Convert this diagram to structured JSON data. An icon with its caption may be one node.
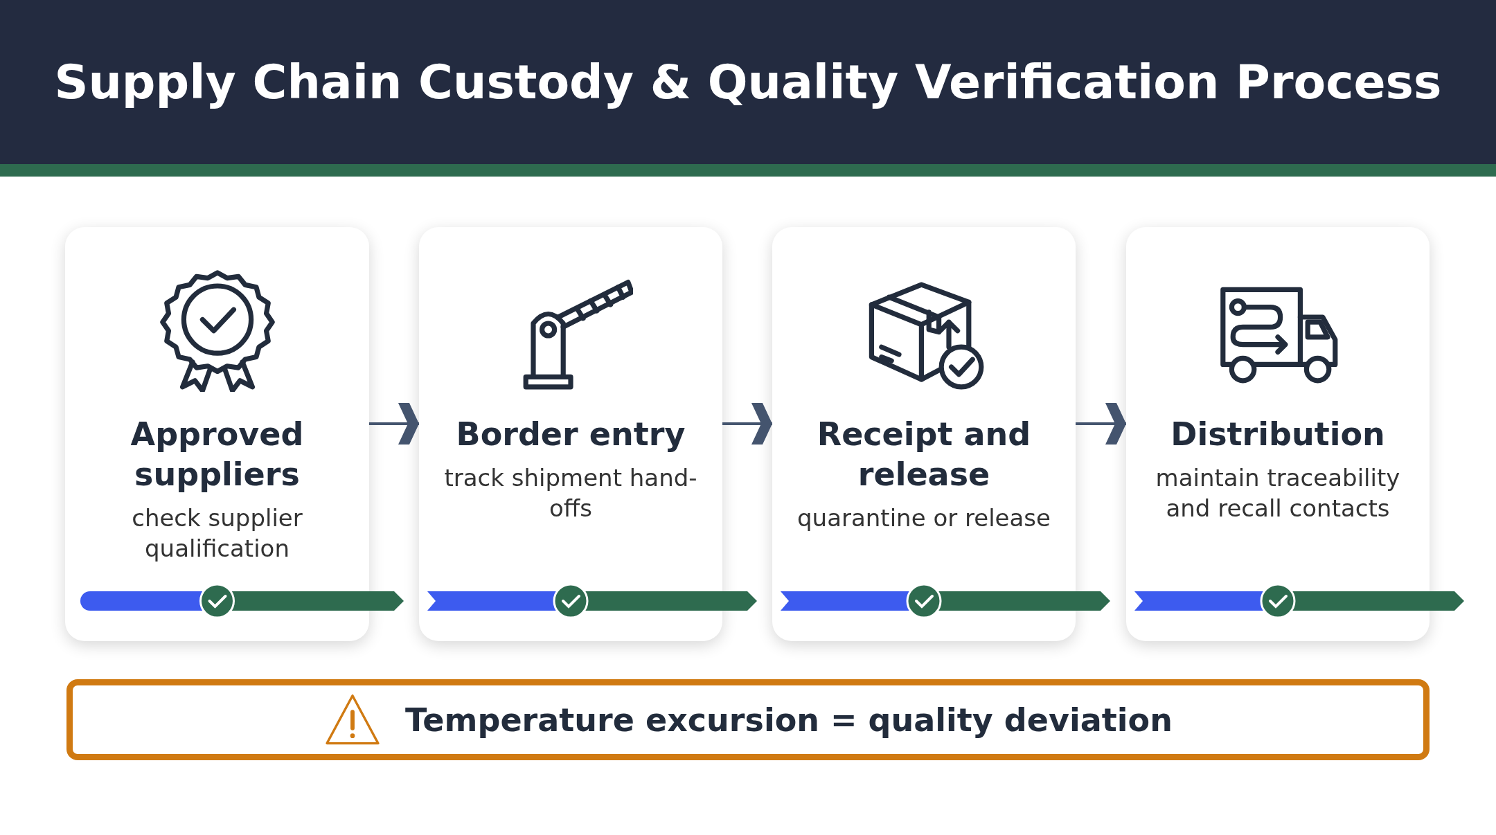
{
  "diagram": {
    "title": "Supply Chain Custody & Quality Verification Process",
    "nodes": [
      {
        "text": [
          "Approved suppliers",
          "check supplier qualification"
        ]
      },
      {
        "text": [
          "Border entry",
          "track shipment hand-offs"
        ]
      },
      {
        "text": [
          "Receipt and release",
          "quarantine or release"
        ]
      },
      {
        "text": [
          "Distribution",
          "maintain traceability and recall contacts"
        ]
      },
      {
        "text": [
          "Temperature excursion = quality deviation"
        ]
      }
    ],
    "edges": [
      {
        "from": 0,
        "to": 1,
        "arrow": "to"
      },
      {
        "from": 1,
        "to": 2,
        "arrow": "to"
      },
      {
        "from": 2,
        "to": 3,
        "arrow": "to"
      }
    ]
  }
}
